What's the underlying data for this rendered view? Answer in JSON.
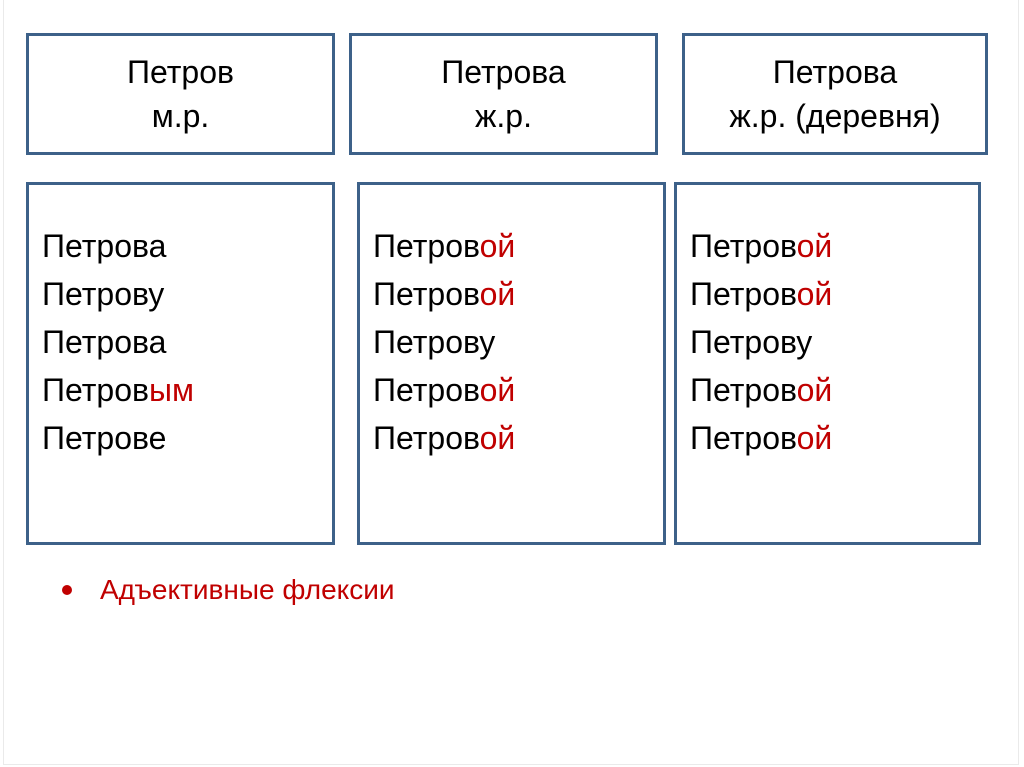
{
  "slide": {
    "colors": {
      "box_border": "#3d6189",
      "body_text": "#000000",
      "ending_highlight": "#c00000",
      "bullet_text": "#c00000"
    },
    "headers": [
      {
        "title": "Петров",
        "subtitle": "м.р."
      },
      {
        "title": "Петрова",
        "subtitle": "ж.р."
      },
      {
        "title": "Петрова",
        "subtitle": "ж.р. (деревня)"
      }
    ],
    "columns": [
      {
        "forms": [
          {
            "base": "Петрова",
            "ending": ""
          },
          {
            "base": "Петрову",
            "ending": ""
          },
          {
            "base": "Петрова",
            "ending": ""
          },
          {
            "base": "Петров",
            "ending": "ым"
          },
          {
            "base": "Петрове",
            "ending": ""
          }
        ]
      },
      {
        "forms": [
          {
            "base": "Петров",
            "ending": "ой"
          },
          {
            "base": "Петров",
            "ending": "ой"
          },
          {
            "base": "Петрову",
            "ending": ""
          },
          {
            "base": "Петров",
            "ending": "ой"
          },
          {
            "base": "Петров",
            "ending": "ой"
          }
        ]
      },
      {
        "forms": [
          {
            "base": "Петров",
            "ending": "ой"
          },
          {
            "base": "Петров",
            "ending": "ой"
          },
          {
            "base": "Петрову",
            "ending": ""
          },
          {
            "base": "Петров",
            "ending": "ой"
          },
          {
            "base": "Петров",
            "ending": "ой"
          }
        ]
      }
    ],
    "bullet_text": "Адъективные флексии"
  }
}
